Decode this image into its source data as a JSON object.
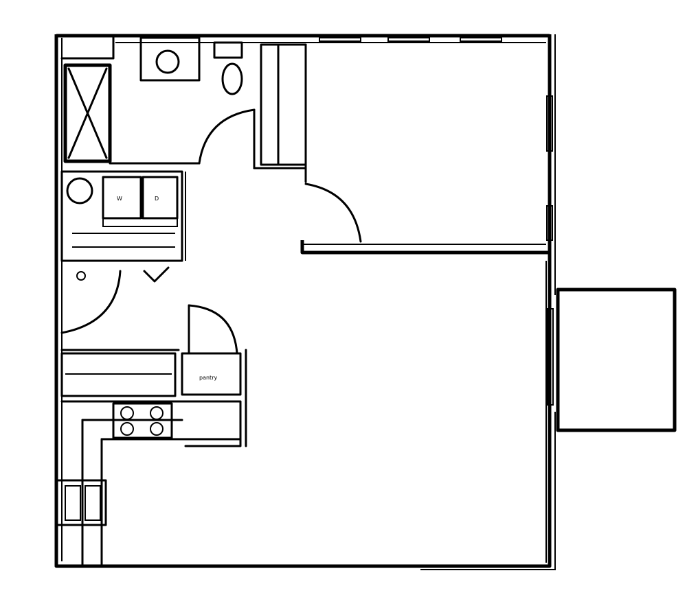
{
  "plan": {
    "type": "floor-plan",
    "style": "black line drawing on white",
    "colors": {
      "line": "#000000",
      "background": "#ffffff"
    },
    "rooms": [
      {
        "id": "bathroom",
        "fixtures": [
          "bathtub-shower",
          "sink",
          "toilet"
        ]
      },
      {
        "id": "closet-bath",
        "fixtures": [
          "shelving"
        ]
      },
      {
        "id": "bedroom",
        "fixtures": []
      },
      {
        "id": "laundry",
        "fixtures": [
          "water-heater",
          "washer",
          "dryer"
        ]
      },
      {
        "id": "entry-hall",
        "fixtures": []
      },
      {
        "id": "kitchen",
        "fixtures": [
          "counters",
          "range",
          "sink",
          "refrigerator"
        ]
      },
      {
        "id": "living-room",
        "fixtures": []
      },
      {
        "id": "patio",
        "fixtures": []
      }
    ],
    "labels": {
      "washer": "W",
      "dryer": "D",
      "pantry": "pantry"
    }
  }
}
